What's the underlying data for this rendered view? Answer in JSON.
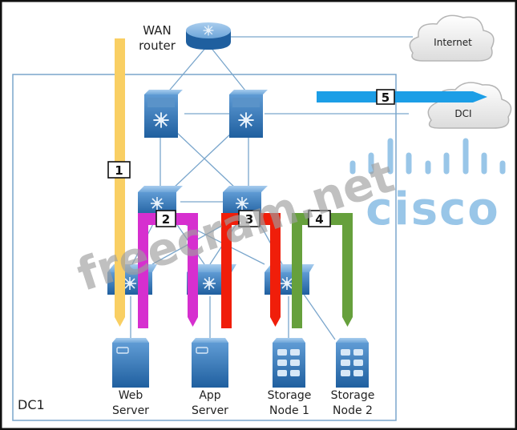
{
  "title": "Data center traffic flow diagram",
  "colors": {
    "link": "#7aa6cc",
    "device": "#2f6fb0",
    "device_light": "#6ea6d9",
    "flow1": "#f9cf63",
    "flow2": "#d62fcf",
    "flow3": "#f01e0a",
    "flow4": "#66a03c",
    "flow5": "#1c9ee6",
    "watermark": "#9e9e9e",
    "cisco": "#8fc0e6"
  },
  "nodes": {
    "wan_router": {
      "label_line1": "WAN",
      "label_line2": "router",
      "icon": "router-icon"
    },
    "internet": {
      "label": "Internet",
      "icon": "cloud-icon"
    },
    "dci": {
      "label": "DCI",
      "icon": "cloud-icon"
    },
    "core_switches": [
      {
        "icon": "core-switch-icon"
      },
      {
        "icon": "core-switch-icon"
      }
    ],
    "aggregation_switches": [
      {
        "icon": "aggregation-switch-icon"
      },
      {
        "icon": "aggregation-switch-icon"
      }
    ],
    "access_switches": [
      {
        "icon": "access-switch-icon"
      },
      {
        "icon": "access-switch-icon"
      },
      {
        "icon": "access-switch-icon"
      }
    ],
    "servers": [
      {
        "line1": "Web",
        "line2": "Server",
        "icon": "server-icon"
      },
      {
        "line1": "App",
        "line2": "Server",
        "icon": "server-icon"
      },
      {
        "line1": "Storage",
        "line2": "Node 1",
        "icon": "storage-icon"
      },
      {
        "line1": "Storage",
        "line2": "Node 2",
        "icon": "storage-icon"
      }
    ]
  },
  "zone": {
    "label": "DC1"
  },
  "flows": [
    {
      "id": "1",
      "label": "1",
      "from": "WAN router",
      "to": "Web Server"
    },
    {
      "id": "2",
      "label": "2",
      "from": "Web Server",
      "to": "App Server"
    },
    {
      "id": "3",
      "label": "3",
      "from": "App Server",
      "to": "Storage Node 1"
    },
    {
      "id": "4",
      "label": "4",
      "from": "Storage Node 1",
      "to": "Storage Node 2"
    },
    {
      "id": "5",
      "label": "5",
      "from": "DC1",
      "to": "DCI"
    }
  ],
  "watermark": {
    "text": "freecram.net"
  },
  "logo": {
    "text": "cisco"
  }
}
